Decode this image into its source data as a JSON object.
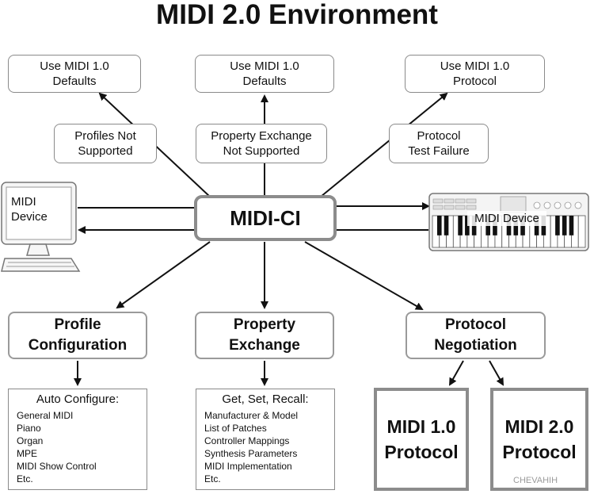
{
  "title": "MIDI 2.0 Environment",
  "top_boxes": [
    {
      "line1": "Use MIDI 1.0",
      "line2": "Defaults"
    },
    {
      "line1": "Use MIDI 1.0",
      "line2": "Defaults"
    },
    {
      "line1": "Use MIDI 1.0",
      "line2": "Protocol"
    }
  ],
  "mid_boxes": [
    {
      "line1": "Profiles Not",
      "line2": "Supported"
    },
    {
      "line1": "Property Exchange",
      "line2": "Not Supported"
    },
    {
      "line1": "Protocol",
      "line2": "Test Failure"
    }
  ],
  "center": "MIDI-CI",
  "left_device": {
    "line1": "MIDI",
    "line2": "Device"
  },
  "right_device": "MIDI Device",
  "bottom_boxes": [
    {
      "line1": "Profile",
      "line2": "Configuration"
    },
    {
      "line1": "Property",
      "line2": "Exchange"
    },
    {
      "line1": "Protocol",
      "line2": "Negotiation"
    }
  ],
  "lists": [
    {
      "heading": "Auto Configure:",
      "items": [
        "General MIDI",
        "Piano",
        "Organ",
        "MPE",
        "MIDI Show Control",
        "Etc."
      ]
    },
    {
      "heading": "Get, Set, Recall:",
      "items": [
        "Manufacturer & Model",
        "List of Patches",
        "Controller Mappings",
        "Synthesis Parameters",
        "MIDI Implementation",
        "Etc."
      ]
    }
  ],
  "protocols": [
    {
      "line1": "MIDI 1.0",
      "line2": "Protocol"
    },
    {
      "line1": "MIDI 2.0",
      "line2": "Protocol"
    }
  ],
  "watermark": "CHEVAHIH"
}
